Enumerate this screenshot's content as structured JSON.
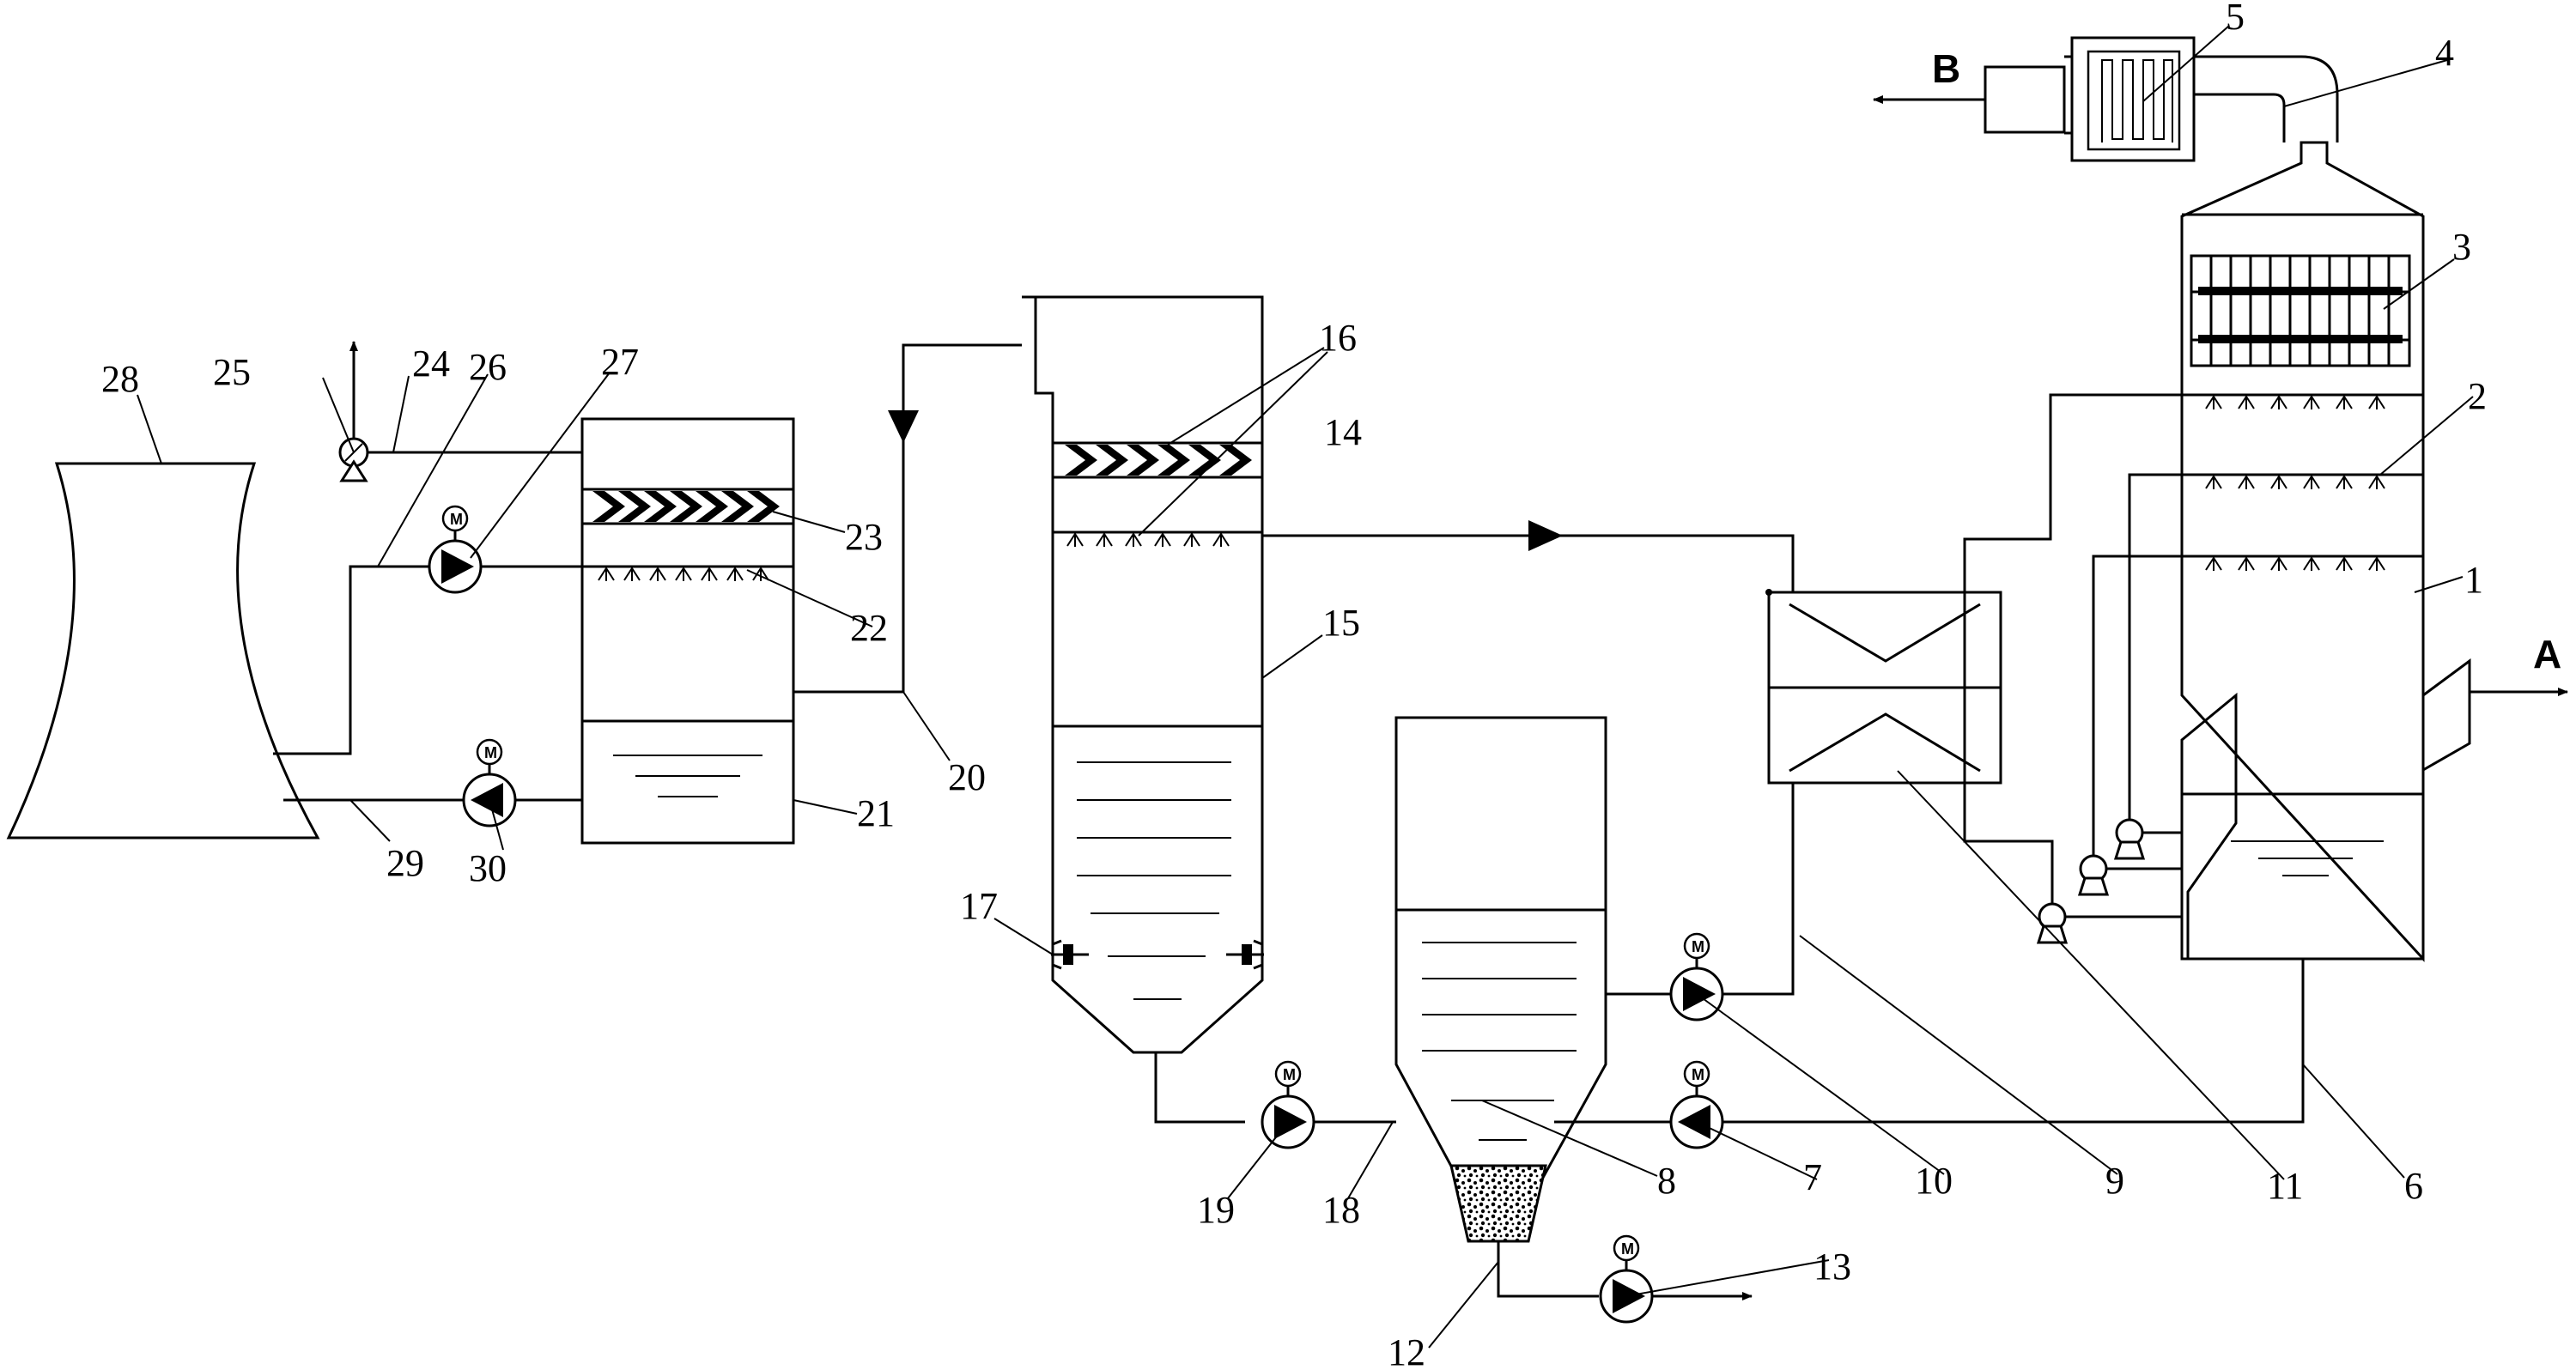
{
  "diagram": {
    "stream_labels": {
      "inlet": "A",
      "outlet": "B"
    },
    "motor_symbol": "M",
    "labels": [
      "1",
      "2",
      "3",
      "4",
      "5",
      "6",
      "7",
      "8",
      "9",
      "10",
      "11",
      "12",
      "13",
      "14",
      "15",
      "16",
      "17",
      "18",
      "19",
      "20",
      "21",
      "22",
      "23",
      "24",
      "25",
      "26",
      "27",
      "28",
      "29",
      "30"
    ],
    "icons": [
      "pump-icon",
      "motor-icon",
      "fan-icon",
      "heat-exchanger-icon",
      "cooling-tower-icon",
      "demister-icon",
      "spray-nozzle-icon",
      "valve-icon",
      "arrow-icon"
    ]
  }
}
